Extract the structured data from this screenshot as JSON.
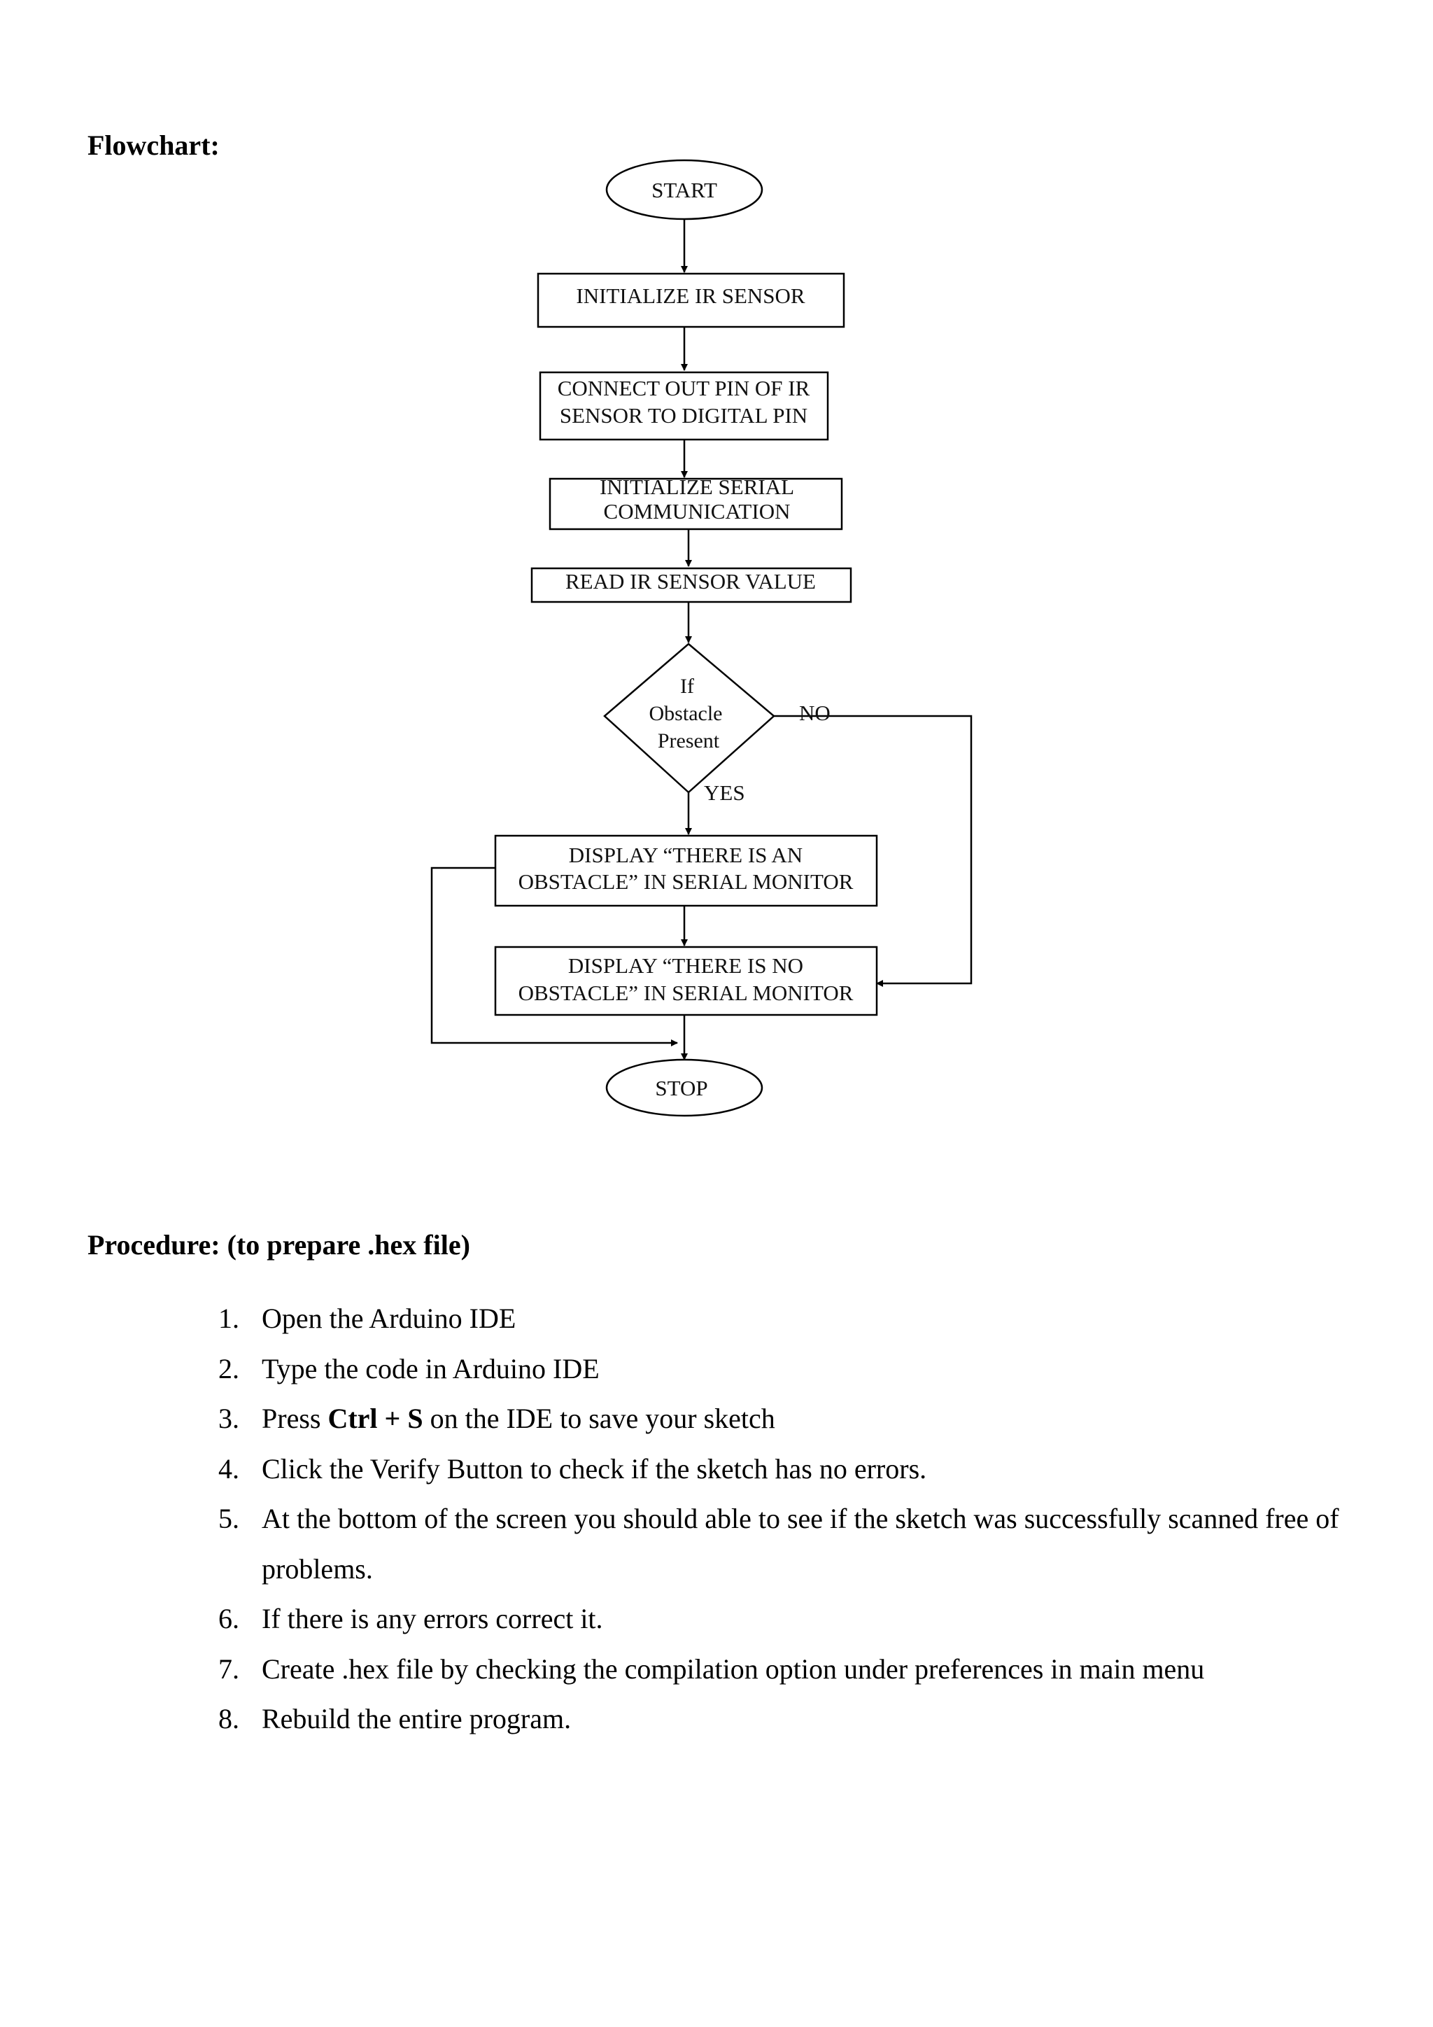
{
  "headings": {
    "flowchart": "Flowchart:",
    "procedure": "Procedure: (to prepare .hex file)"
  },
  "flowchart": {
    "start": "START",
    "init_ir": "INITIALIZE IR SENSOR",
    "connect_line1": "CONNECT OUT PIN OF IR",
    "connect_line2": "SENSOR TO DIGITAL PIN",
    "serial_line1": "INITIALIZE SERIAL",
    "serial_line2": "COMMUNICATION",
    "read": "READ IR SENSOR VALUE",
    "decision_line1": "If",
    "decision_line2": "Obstacle",
    "decision_line3": "Present",
    "yes": "YES",
    "no": "NO",
    "obstacle_line1": "DISPLAY “THERE IS AN",
    "obstacle_line2": "OBSTACLE” IN SERIAL MONITOR",
    "noobstacle_line1": "DISPLAY “THERE IS NO",
    "noobstacle_line2": "OBSTACLE” IN SERIAL MONITOR",
    "stop": "STOP"
  },
  "procedure": {
    "steps": [
      {
        "num": "1.",
        "text": "Open the Arduino IDE"
      },
      {
        "num": "2.",
        "text": "Type the code in Arduino IDE"
      },
      {
        "num": "3.",
        "before": "Press ",
        "bold": "Ctrl + S",
        "after": " on the IDE to save your sketch"
      },
      {
        "num": "4.",
        "text": "Click the Verify Button to check if the sketch has no errors."
      },
      {
        "num": "5.",
        "text": "At the bottom of the screen you should able to see if the sketch was successfully scanned free of problems."
      },
      {
        "num": "6.",
        "text": "If there is any errors correct it."
      },
      {
        "num": "7.",
        "text": "Create .hex file by checking the compilation option under preferences in main menu"
      },
      {
        "num": "8.",
        "text": "Rebuild the entire program."
      }
    ]
  }
}
